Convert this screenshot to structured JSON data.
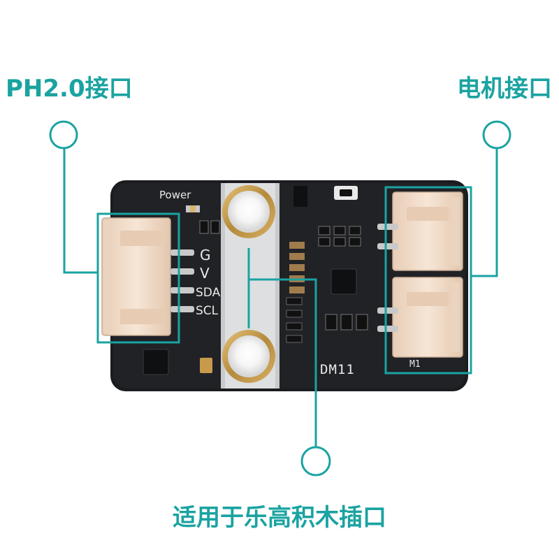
{
  "callouts": {
    "ph_port": "PH2.0接口",
    "motor_port": "电机接口",
    "lego_mount": "适用于乐高积木插口"
  },
  "board": {
    "model": "DM11",
    "power_label": "Power",
    "pins": [
      "G",
      "V",
      "SDA",
      "SCL"
    ],
    "motor_label": "M1"
  },
  "colors": {
    "accent": "#1aa3a1",
    "pcb": "#1b1c1f",
    "connector": "#f1dcc9",
    "silkscreen": "#e9e9e9"
  }
}
